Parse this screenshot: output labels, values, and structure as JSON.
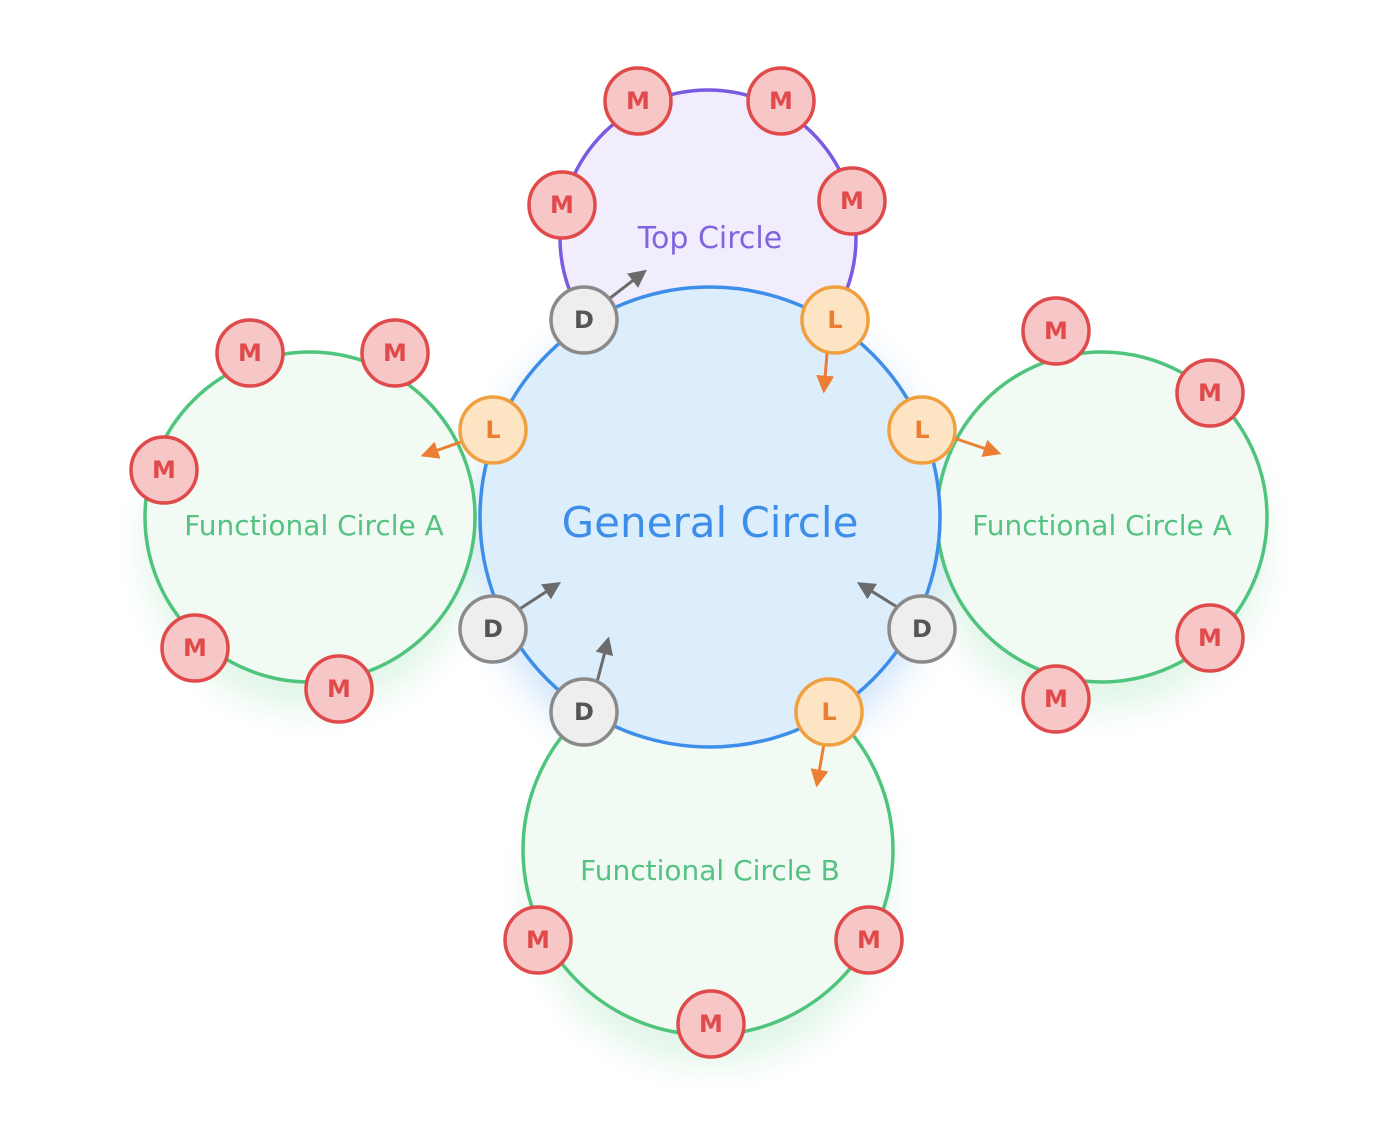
{
  "circles": {
    "top": {
      "label": "Top Circle"
    },
    "general": {
      "label": "General Circle"
    },
    "functional_left": {
      "label": "Functional Circle A"
    },
    "functional_right": {
      "label": "Functional Circle A"
    },
    "functional_bottom": {
      "label": "Functional Circle B"
    }
  },
  "badges": {
    "member": "M",
    "lead_link": "L",
    "delegate": "D"
  },
  "colors": {
    "top_stroke": "#7a5ae0",
    "top_fill": "#f1edfc",
    "general_stroke": "#3d8ee8",
    "general_fill": "#dcedfc",
    "functional_stroke": "#4fc47c",
    "functional_fill": "#f1fbf4",
    "member": "#e04a4a",
    "member_fill": "#f7c6c6",
    "lead_link": "#f0a040",
    "lead_link_fill": "#fde5c4",
    "delegate": "#8a8a8a",
    "delegate_fill": "#eeeeee",
    "arrow_lead": "#ec7e34",
    "arrow_delegate": "#6b6b6b"
  }
}
